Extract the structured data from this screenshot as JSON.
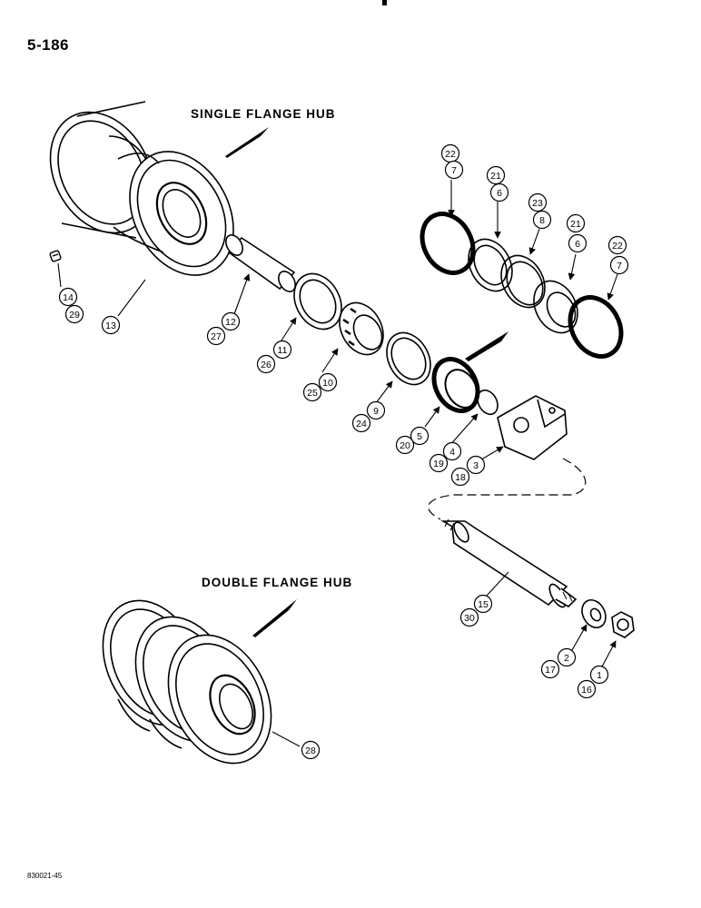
{
  "page_number": "5-186",
  "figure_id": "830021-45",
  "captions": {
    "single_flange_hub": "SINGLE FLANGE HUB",
    "double_flange_hub": "DOUBLE FLANGE HUB"
  },
  "callouts": [
    {
      "id": "c22a",
      "label": "22"
    },
    {
      "id": "c7a",
      "label": "7"
    },
    {
      "id": "c21a",
      "label": "21"
    },
    {
      "id": "c6a",
      "label": "6"
    },
    {
      "id": "c23",
      "label": "23"
    },
    {
      "id": "c8",
      "label": "8"
    },
    {
      "id": "c21b",
      "label": "21"
    },
    {
      "id": "c6b",
      "label": "6"
    },
    {
      "id": "c22b",
      "label": "22"
    },
    {
      "id": "c7b",
      "label": "7"
    },
    {
      "id": "c14",
      "label": "14"
    },
    {
      "id": "c29",
      "label": "29"
    },
    {
      "id": "c13",
      "label": "13"
    },
    {
      "id": "c12",
      "label": "12"
    },
    {
      "id": "c27",
      "label": "27"
    },
    {
      "id": "c11",
      "label": "11"
    },
    {
      "id": "c26",
      "label": "26"
    },
    {
      "id": "c10",
      "label": "10"
    },
    {
      "id": "c25",
      "label": "25"
    },
    {
      "id": "c9",
      "label": "9"
    },
    {
      "id": "c24",
      "label": "24"
    },
    {
      "id": "c5",
      "label": "5"
    },
    {
      "id": "c20",
      "label": "20"
    },
    {
      "id": "c4",
      "label": "4"
    },
    {
      "id": "c19",
      "label": "19"
    },
    {
      "id": "c3",
      "label": "3"
    },
    {
      "id": "c18",
      "label": "18"
    },
    {
      "id": "c15",
      "label": "15"
    },
    {
      "id": "c30",
      "label": "30"
    },
    {
      "id": "c2",
      "label": "2"
    },
    {
      "id": "c17",
      "label": "17"
    },
    {
      "id": "c1",
      "label": "1"
    },
    {
      "id": "c16",
      "label": "16"
    },
    {
      "id": "c28",
      "label": "28"
    }
  ]
}
